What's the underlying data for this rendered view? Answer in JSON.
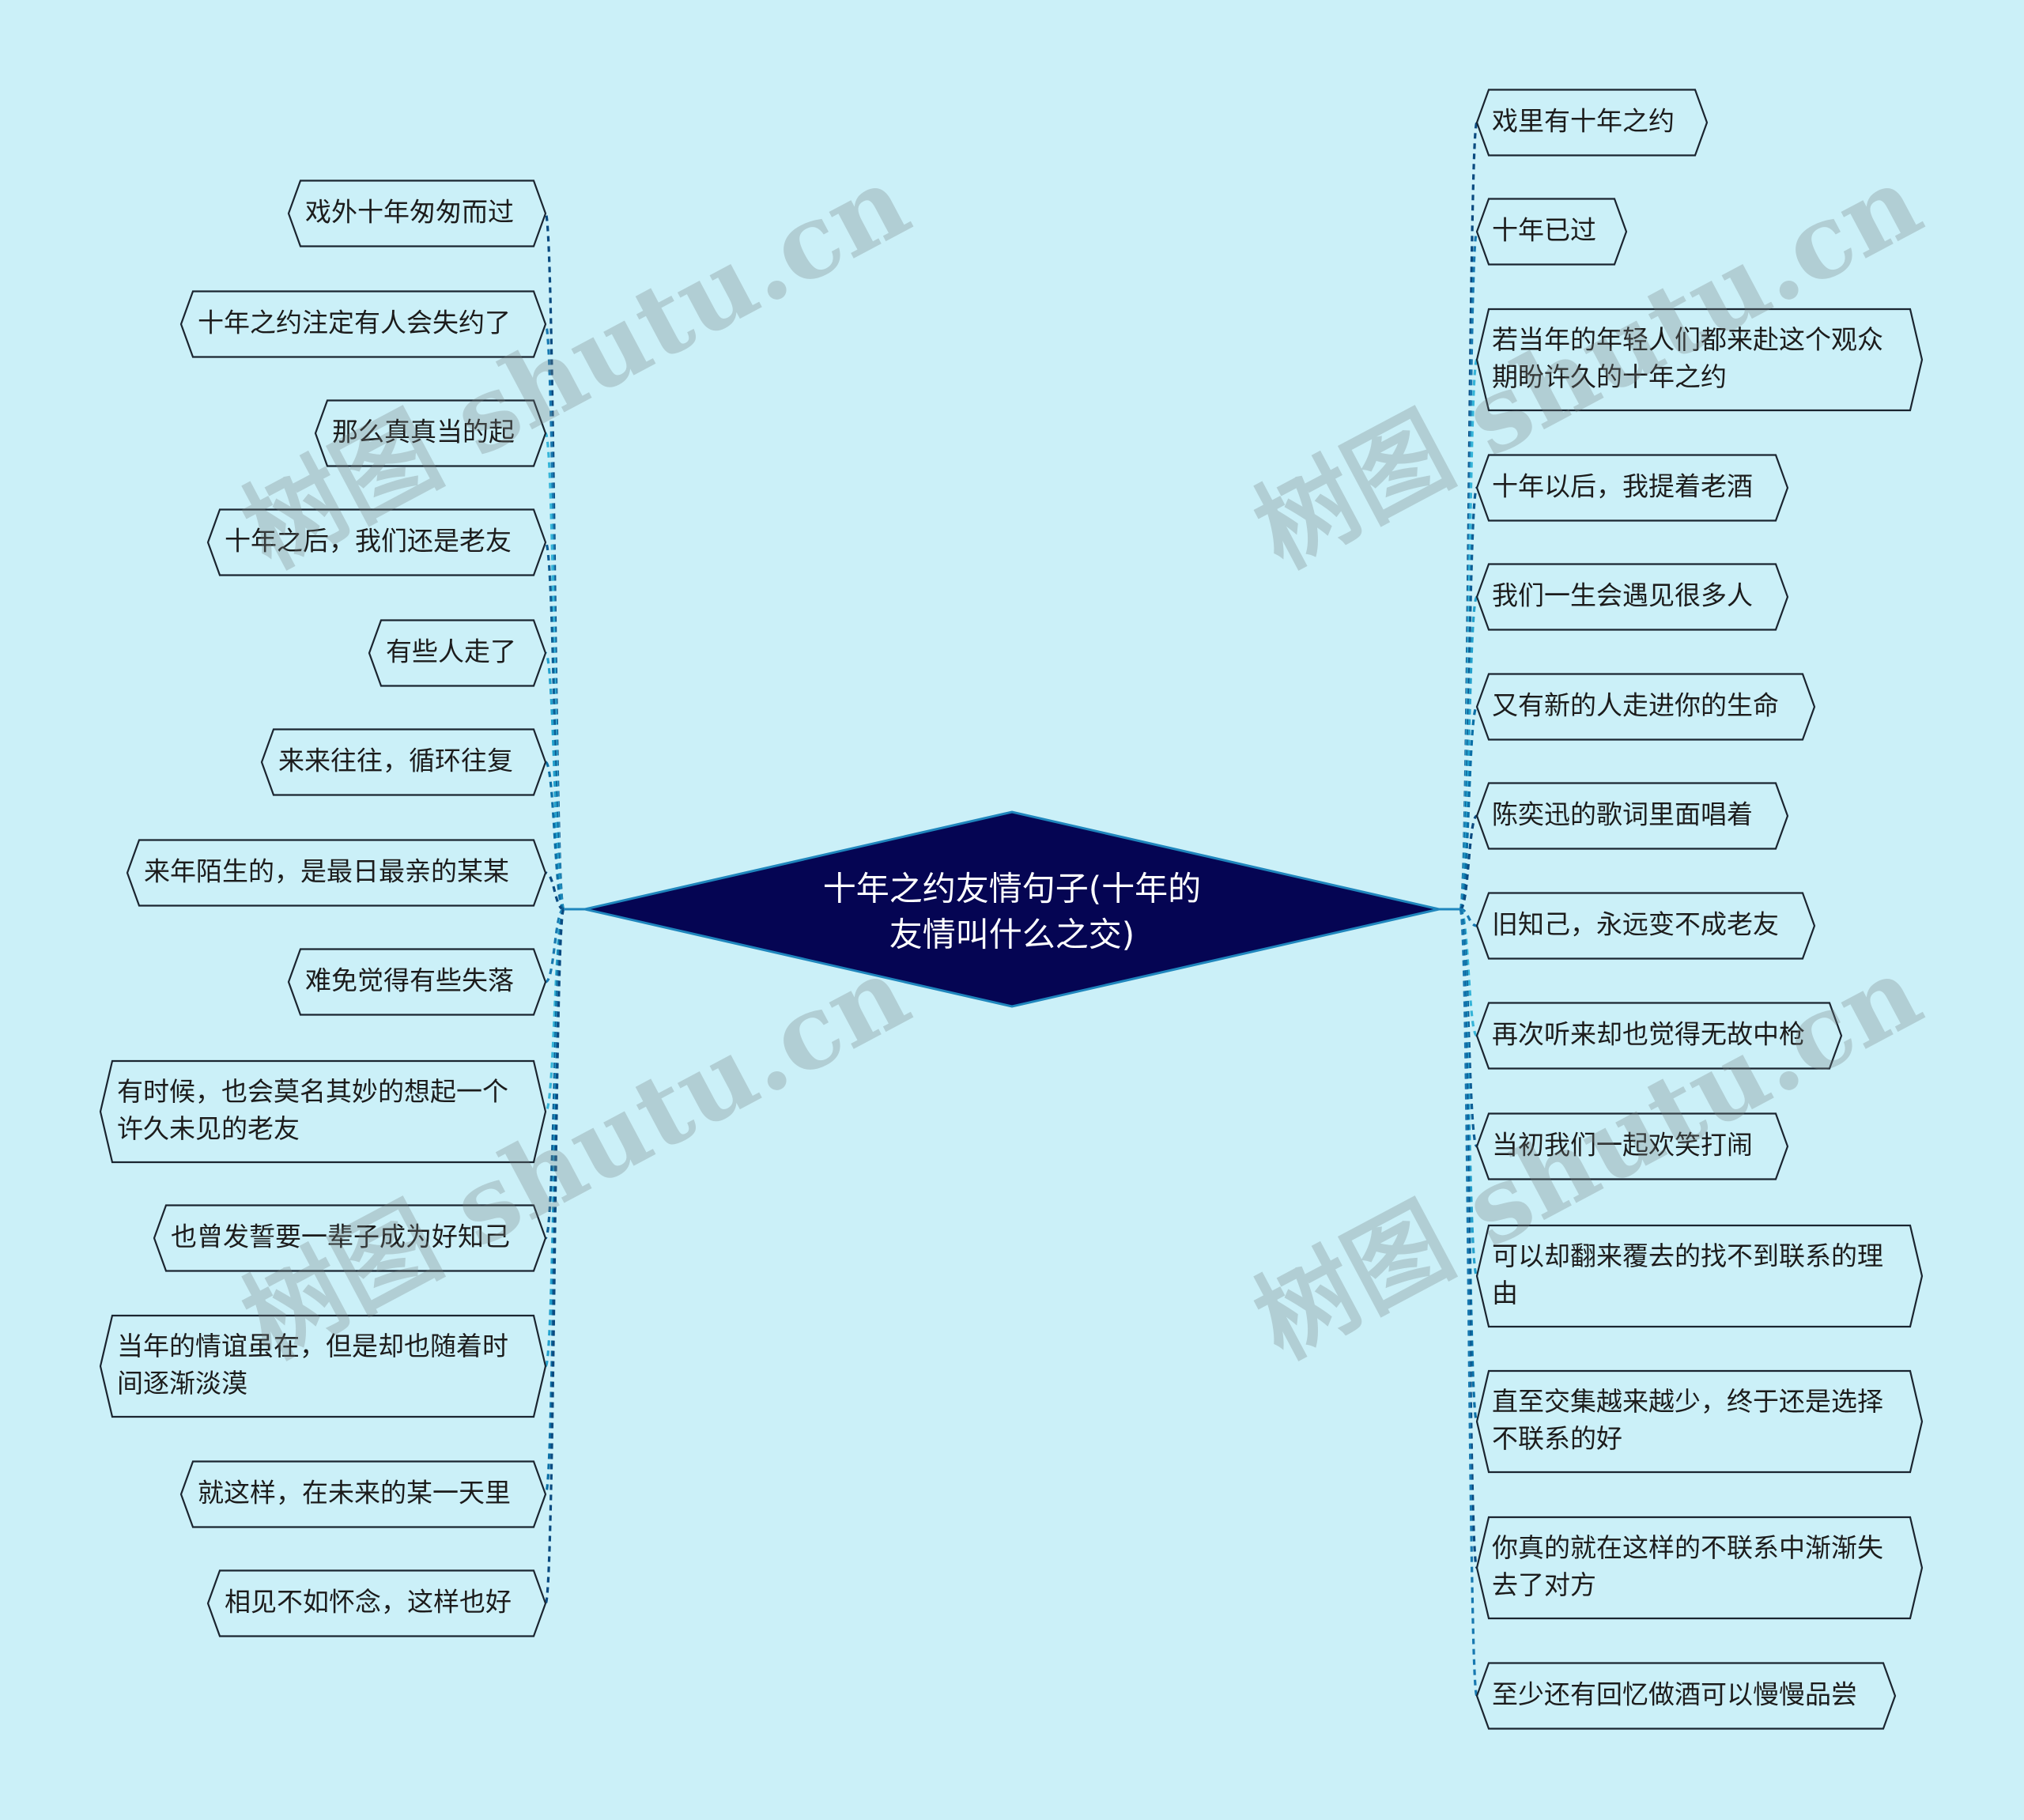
{
  "root": {
    "lines": [
      "十年之约友情句子(十年的",
      "友情叫什么之交)"
    ]
  },
  "left_nodes": [
    {
      "lines": [
        "戏外十年匆匆而过"
      ]
    },
    {
      "lines": [
        "十年之约注定有人会失约了"
      ]
    },
    {
      "lines": [
        "那么真真当的起"
      ]
    },
    {
      "lines": [
        "十年之后，我们还是老友"
      ]
    },
    {
      "lines": [
        "有些人走了"
      ]
    },
    {
      "lines": [
        "来来往往，循环往复"
      ]
    },
    {
      "lines": [
        "来年陌生的，是最日最亲的某某"
      ]
    },
    {
      "lines": [
        "难免觉得有些失落"
      ]
    },
    {
      "lines": [
        "有时候，也会莫名其妙的想起一个",
        "许久未见的老友"
      ]
    },
    {
      "lines": [
        "也曾发誓要一辈子成为好知己"
      ]
    },
    {
      "lines": [
        "当年的情谊虽在，但是却也随着时",
        "间逐渐淡漠"
      ]
    },
    {
      "lines": [
        "就这样，在未来的某一天里"
      ]
    },
    {
      "lines": [
        "相见不如怀念，这样也好"
      ]
    }
  ],
  "right_nodes": [
    {
      "lines": [
        "戏里有十年之约"
      ]
    },
    {
      "lines": [
        "十年已过"
      ]
    },
    {
      "lines": [
        "若当年的年轻人们都来赴这个观众",
        "期盼许久的十年之约"
      ]
    },
    {
      "lines": [
        "十年以后，我提着老酒"
      ]
    },
    {
      "lines": [
        "我们一生会遇见很多人"
      ]
    },
    {
      "lines": [
        "又有新的人走进你的生命"
      ]
    },
    {
      "lines": [
        "陈奕迅的歌词里面唱着"
      ]
    },
    {
      "lines": [
        "旧知己，永远变不成老友"
      ]
    },
    {
      "lines": [
        "再次听来却也觉得无故中枪"
      ]
    },
    {
      "lines": [
        "当初我们一起欢笑打闹"
      ]
    },
    {
      "lines": [
        "可以却翻来覆去的找不到联系的理",
        "由"
      ]
    },
    {
      "lines": [
        "直至交集越来越少，终于还是选择",
        "不联系的好"
      ]
    },
    {
      "lines": [
        "你真的就在这样的不联系中渐渐失",
        "去了对方"
      ]
    },
    {
      "lines": [
        "至少还有回忆做酒可以慢慢品尝"
      ]
    }
  ],
  "watermark": "树图 shutu.cn",
  "colors": {
    "background": "#cbf0f8",
    "root_fill": "#050553",
    "root_border": "#1f86bd",
    "node_border": "#1b2530",
    "links": [
      "#0a4a80",
      "#1778b0",
      "#35b4d8",
      "#0d5e95",
      "#23a0cc",
      "#0a6fa6"
    ]
  }
}
